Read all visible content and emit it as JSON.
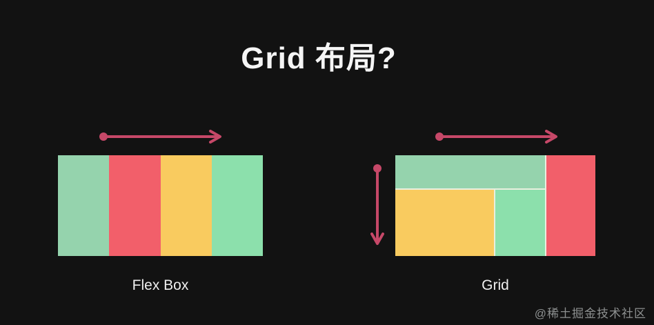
{
  "title": "Grid 布局?",
  "colors": {
    "background": "#121212",
    "arrow": "#c64868",
    "gap_line": "#e9efdf",
    "green_muted": "#95d3ad",
    "green_bright": "#8ce0ac",
    "red": "#f25f6a",
    "yellow": "#f9cb5f"
  },
  "flex_diagram": {
    "label": "Flex Box",
    "axis": "horizontal",
    "columns": [
      {
        "name": "flex-item-1",
        "color": "#95d3ad"
      },
      {
        "name": "flex-item-2",
        "color": "#f25f6a"
      },
      {
        "name": "flex-item-3",
        "color": "#f9cb5f"
      },
      {
        "name": "flex-item-4",
        "color": "#8ce0ac"
      }
    ]
  },
  "grid_diagram": {
    "label": "Grid",
    "axes": [
      "horizontal",
      "vertical"
    ],
    "cells": [
      {
        "name": "grid-cell-top-row",
        "color": "#95d3ad"
      },
      {
        "name": "grid-cell-bottom-left",
        "color": "#f9cb5f"
      },
      {
        "name": "grid-cell-bottom-middle",
        "color": "#8ce0ac"
      },
      {
        "name": "grid-cell-right-column",
        "color": "#f25f6a"
      }
    ]
  },
  "watermark": "@稀土掘金技术社区"
}
